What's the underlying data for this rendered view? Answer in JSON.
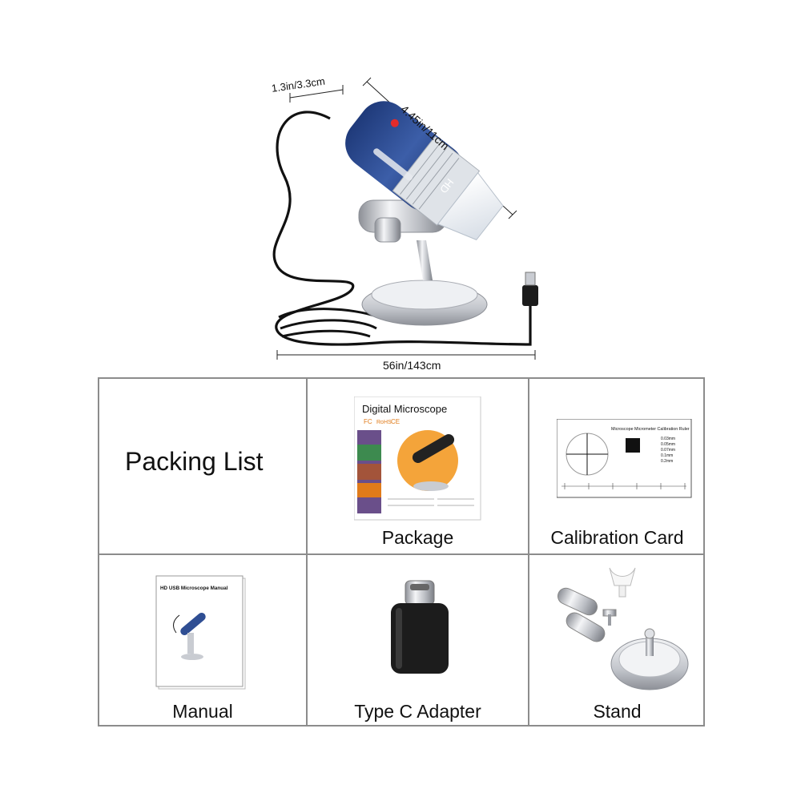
{
  "dimensions": {
    "width": "1.3in/3.3cm",
    "length": "4.45in/11cm",
    "cable": "56in/143cm"
  },
  "hero_labels": {
    "product_heading": "HD"
  },
  "packing_list": {
    "title": "Packing List",
    "items": [
      {
        "label": "Package"
      },
      {
        "label": "Calibration Card"
      },
      {
        "label": "Manual"
      },
      {
        "label": "Type C Adapter"
      },
      {
        "label": "Stand"
      }
    ]
  },
  "package_box": {
    "title": "Digital Microscope",
    "marks": [
      "FC",
      "RoHS",
      "CE"
    ]
  },
  "calibration_card": {
    "title": "Microscope Micrometer Calibration Ruler",
    "scales": [
      "0.03mm",
      "0.05mm",
      "0.07mm",
      "0.1mm",
      "0.2mm"
    ]
  },
  "manual": {
    "title": "HD USB Microscope Manual"
  },
  "colors": {
    "microscope_body": "#2f4e93",
    "border": "#8c8c8c",
    "chrome": "#c9ccd2"
  }
}
